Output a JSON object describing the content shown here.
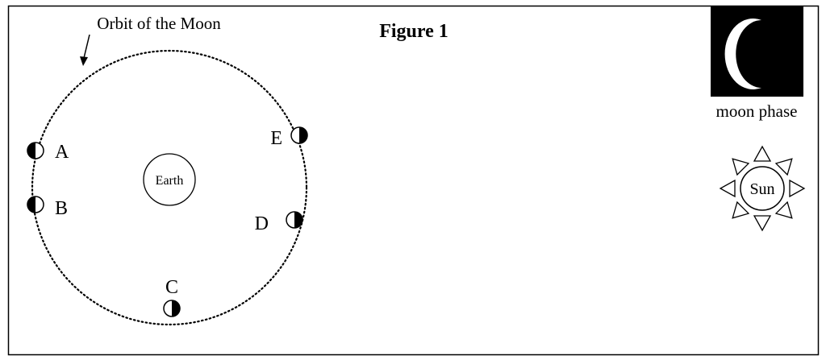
{
  "figure": {
    "title": "Figure 1",
    "orbit_label": "Orbit of the Moon",
    "earth_label": "Earth",
    "sun_label": "Sun",
    "moon_phase_caption": "moon phase",
    "positions": [
      {
        "label": "A",
        "lit_side": "right"
      },
      {
        "label": "B",
        "lit_side": "right"
      },
      {
        "label": "C",
        "lit_side": "left"
      },
      {
        "label": "D",
        "lit_side": "left"
      },
      {
        "label": "E",
        "lit_side": "left"
      }
    ]
  },
  "colors": {
    "stroke": "#000000",
    "background": "#ffffff",
    "phase_box": "#000000",
    "crescent": "#ffffff"
  },
  "icons": {
    "sun": "sun-icon",
    "moon_phase": "crescent-moon-icon",
    "orbit_arrow": "arrow-icon"
  }
}
